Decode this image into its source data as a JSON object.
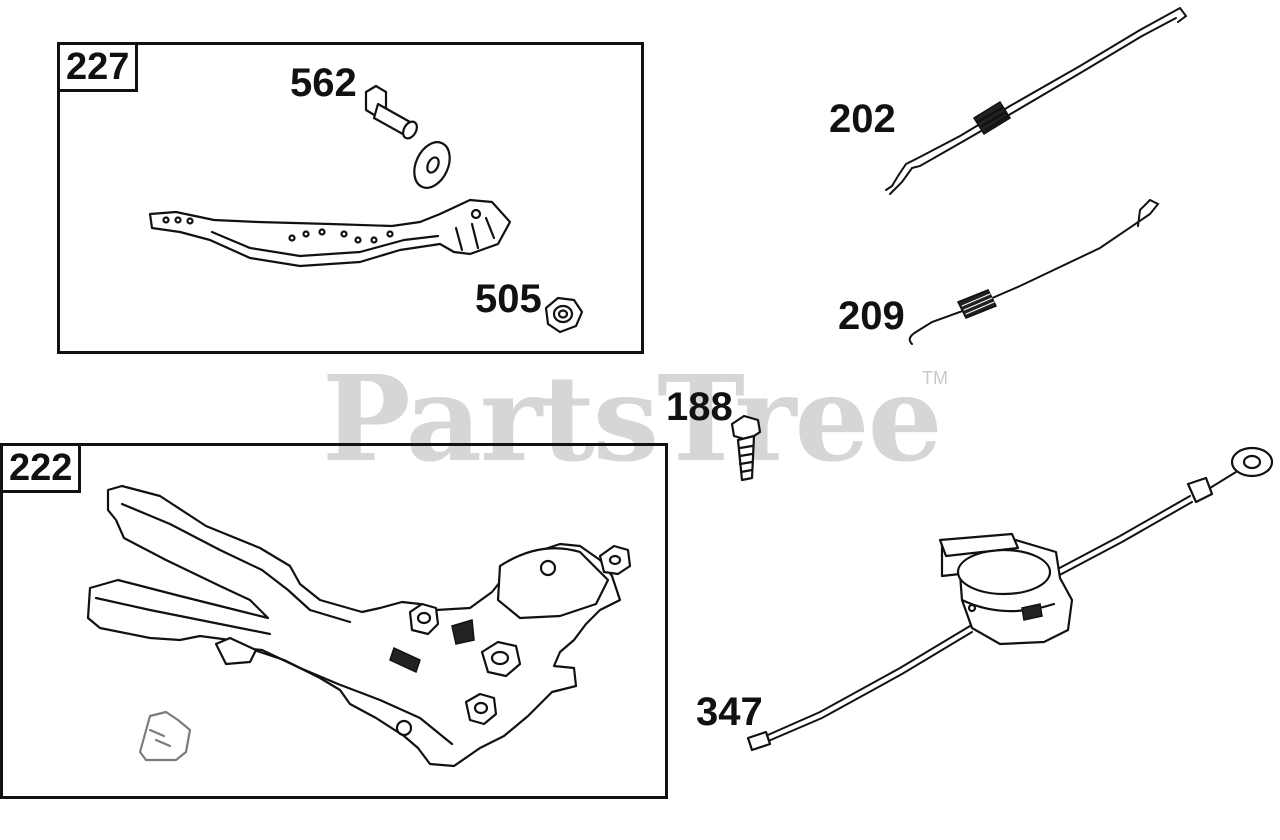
{
  "watermark": {
    "text": "PartsTree",
    "trademark": "TM"
  },
  "groups": [
    {
      "number": "227"
    },
    {
      "number": "222"
    }
  ],
  "callouts": {
    "c562": "562",
    "c505": "505",
    "c202": "202",
    "c209": "209",
    "c188": "188",
    "c347": "347"
  }
}
